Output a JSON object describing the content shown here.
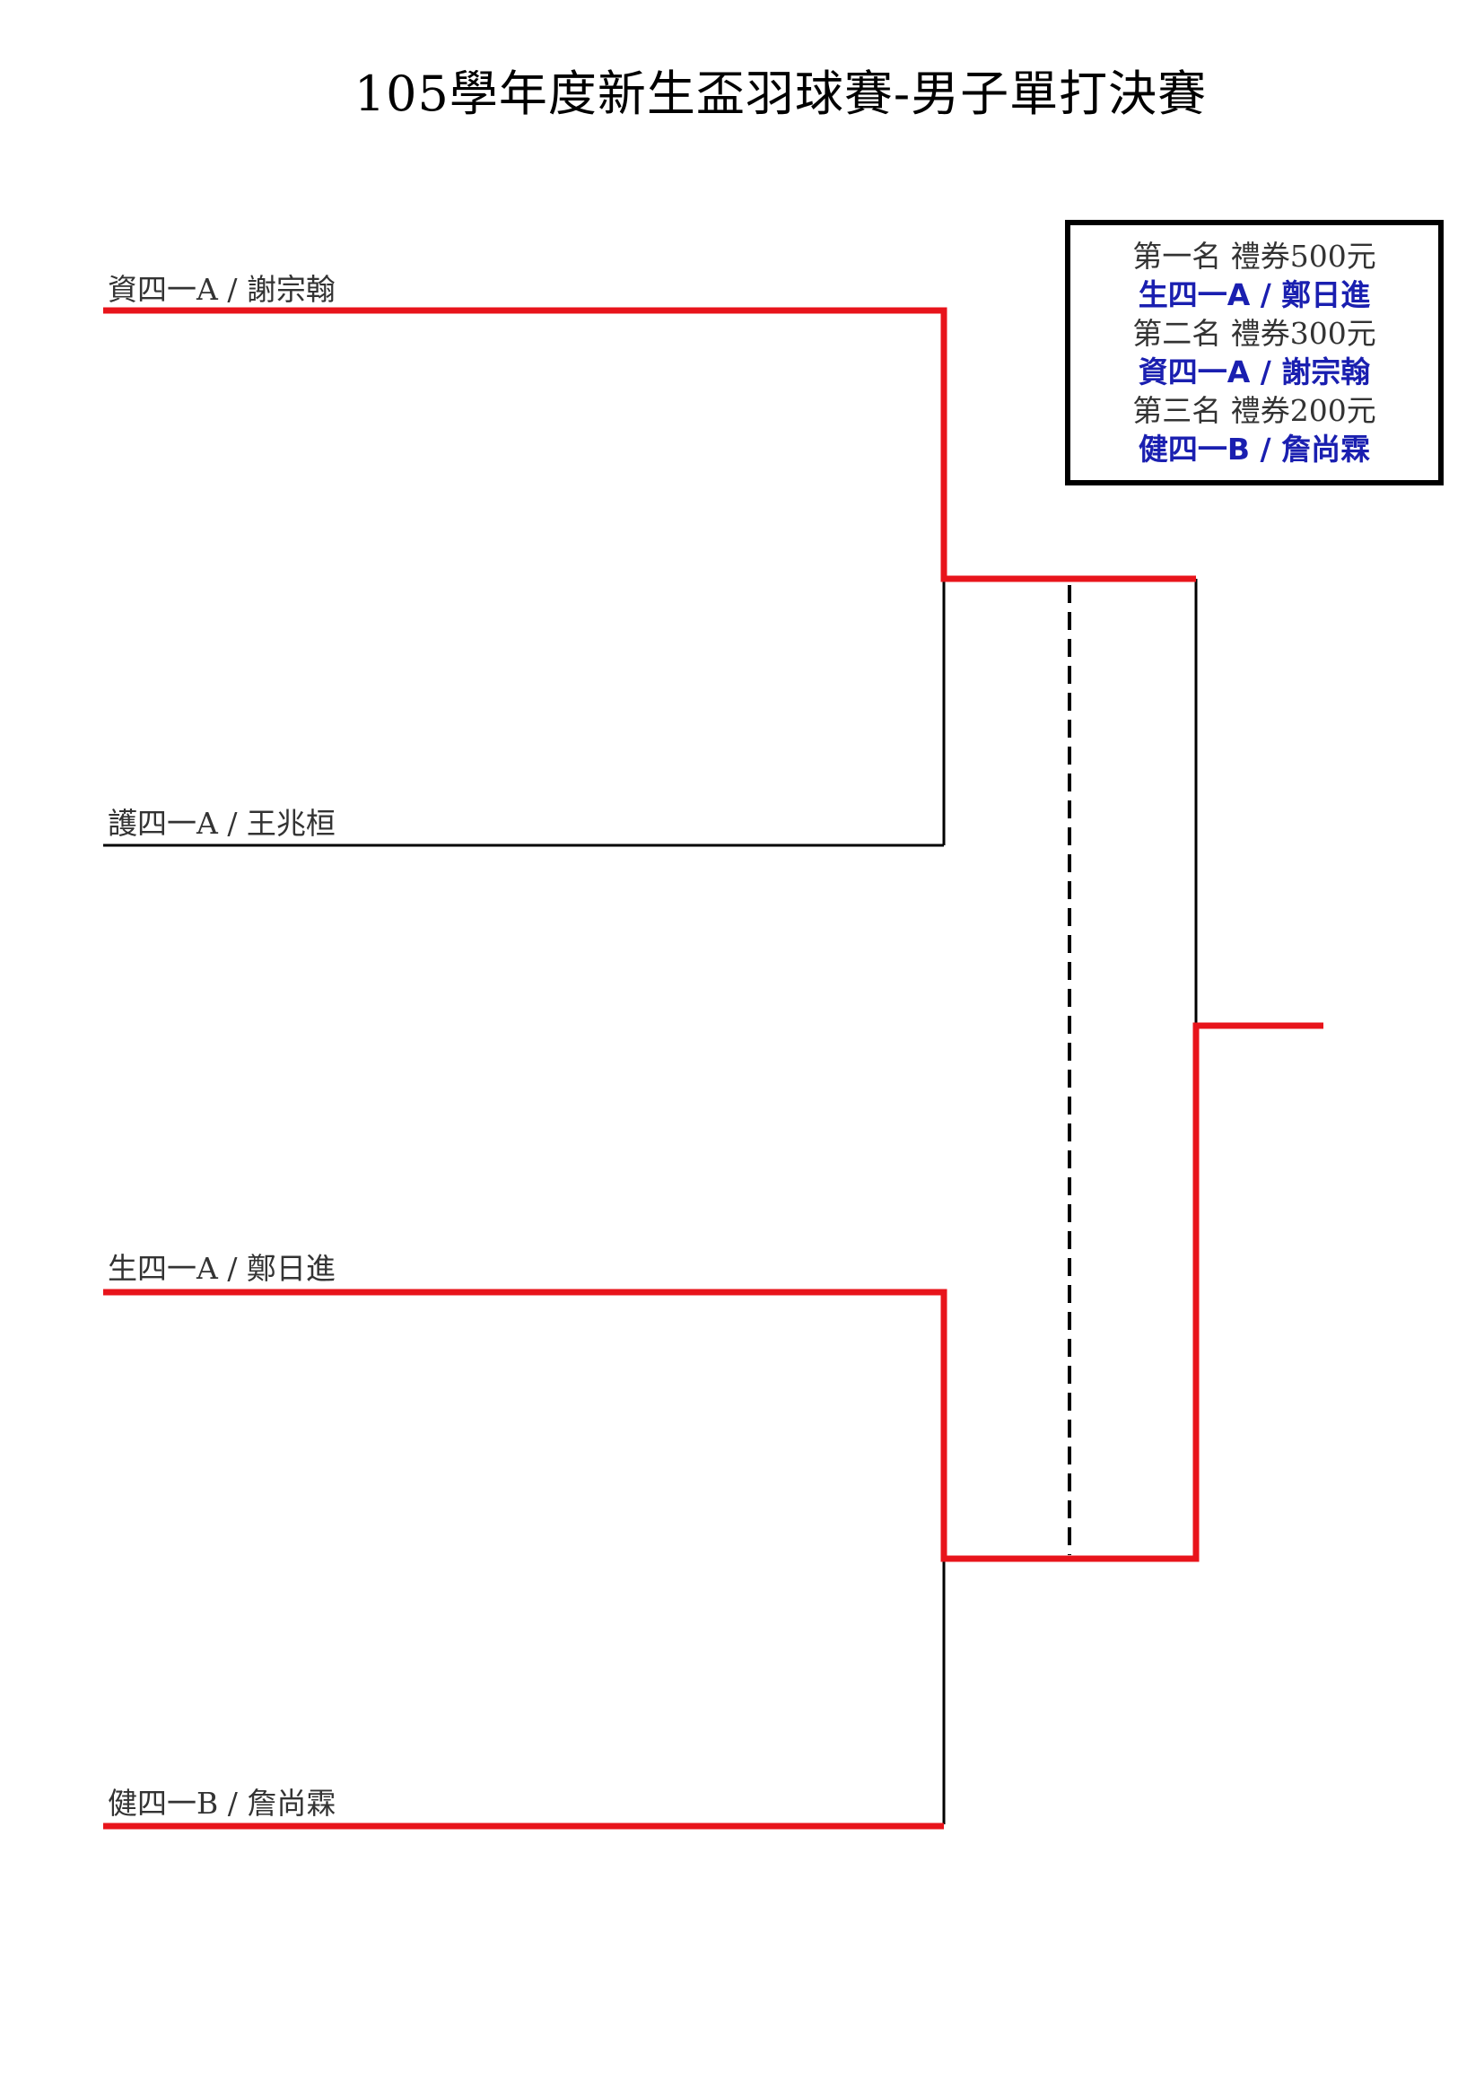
{
  "title": "105學年度新生盃羽球賽-男子單打決賽",
  "players": [
    "資四一A / 謝宗翰",
    "護四一A / 王兆桓",
    "生四一A / 鄭日進",
    "健四一B / 詹尚霖"
  ],
  "prizes": [
    {
      "rank": "第一名 禮券500元",
      "winner": "生四一A / 鄭日進"
    },
    {
      "rank": "第二名 禮券300元",
      "winner": "資四一A / 謝宗翰"
    },
    {
      "rank": "第三名 禮券200元",
      "winner": "健四一B / 詹尚霖"
    }
  ],
  "colors": {
    "winner_path": "#e8141b",
    "bracket_line": "#000000",
    "prize_winner_text": "#1a1fb0"
  }
}
